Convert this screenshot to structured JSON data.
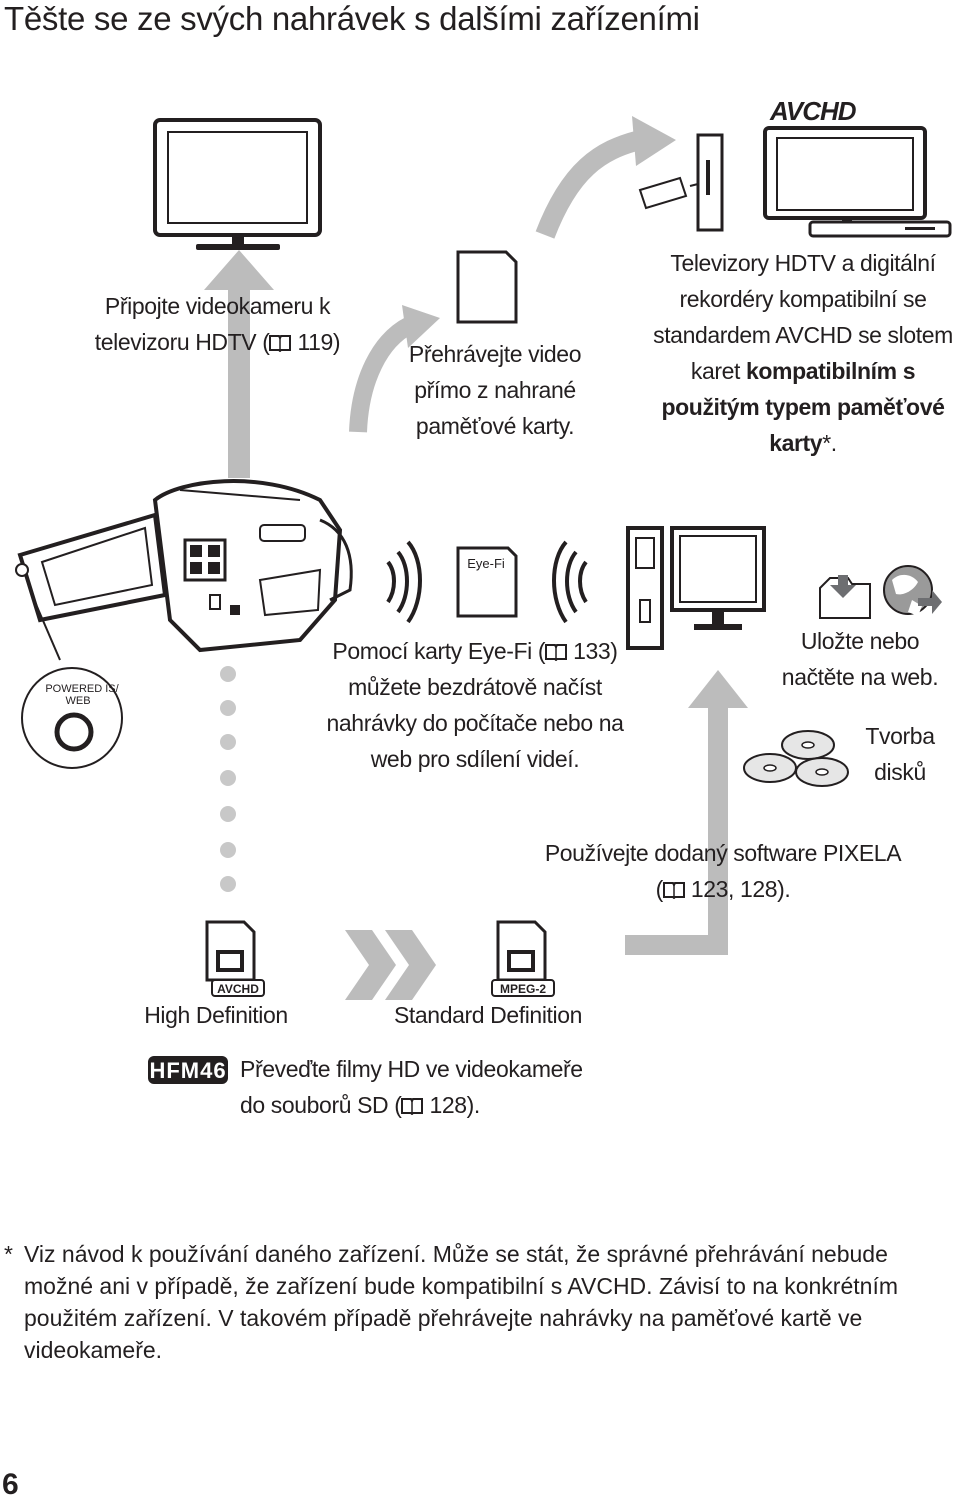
{
  "page": {
    "title": "Těšte se ze svých nahrávek s dalšími zařízeními",
    "page_number": "6"
  },
  "logos": {
    "avchd": "AVCHD"
  },
  "captions": {
    "tv_connect": [
      "Připojte videokameru k",
      "televizoru HDTV ("
    ],
    "tv_connect_ref": "119)",
    "card_playback": [
      "Přehrávejte video",
      "přímo z nahrané",
      "paměťové karty."
    ],
    "hdtv": [
      "Televizory HDTV a digitální",
      "rekordéry kompatibilní se",
      "standardem AVCHD se slotem"
    ],
    "hdtv_line4_plain": "karet ",
    "hdtv_line4_bold": "kompatibilním s",
    "hdtv_line5_bold": "použitým typem paměťové",
    "hdtv_line6_bold": "karty",
    "hdtv_line6_tail": "*.",
    "eyefi_line1_a": "Pomocí karty Eye-Fi (",
    "eyefi_line1_b": "133)",
    "eyefi_rest": [
      "můžete bezdrátově načíst",
      "nahrávky do počítače nebo na",
      "web pro sdílení videí."
    ],
    "web": [
      "Uložte nebo",
      "načtěte na web."
    ],
    "discs": [
      "Tvorba",
      "disků"
    ],
    "pixela_line1": "Používejte dodaný software PIXELA",
    "pixela_line2_a": "(",
    "pixela_line2_b": "123, 128).",
    "high_def": "High Definition",
    "std_def": "Standard Definition",
    "model_badge": "HFM46",
    "convert_line1": "Převeďte filmy HD ve videokameře",
    "convert_line2_a": "do souborů SD (",
    "convert_line2_b": "128)."
  },
  "labels": {
    "eyefi_card": "Eye-Fi",
    "powered_button": [
      "POWERED IS/",
      "WEB"
    ],
    "avchd_tag": "AVCHD",
    "mpeg2_tag": "MPEG-2"
  },
  "footnote": {
    "marker": "*",
    "text": "Viz návod k používání daného zařízení. Může se stát, že správné přehrávání nebude možné ani v případě, že zařízení bude kompatibilní s AVCHD. Závisí to na konkrétním použitém zařízení. V takovém případě přehrávejte nahrávky na paměťové kartě ve videokameře."
  },
  "icons": [
    "television-icon",
    "hdtv-icon",
    "recorder-icon",
    "sd-card-icon",
    "camcorder-icon",
    "computer-tower-icon",
    "monitor-icon",
    "folder-icon",
    "globe-icon",
    "discs-icon",
    "file-icon",
    "book-icon",
    "arrow-up-icon",
    "curved-arrow-icon",
    "double-chevron-icon"
  ],
  "colors": {
    "ink": "#231f20",
    "arrow_grey": "#bcbcbc",
    "dot_grey": "#c8c8c8"
  }
}
